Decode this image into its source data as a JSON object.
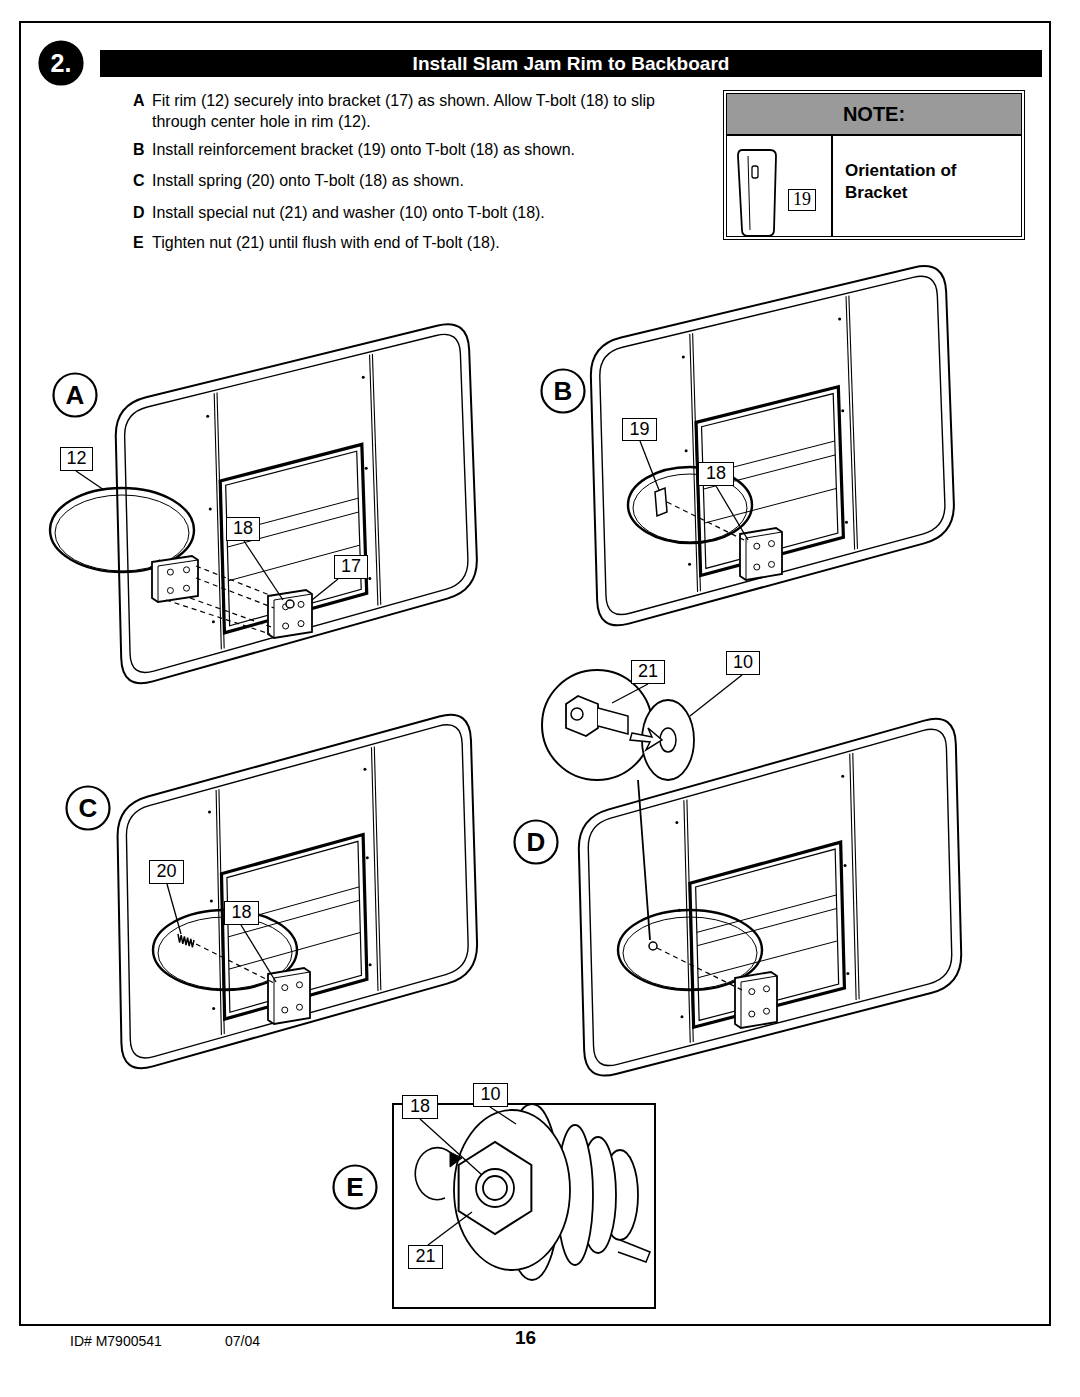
{
  "diagram": {
    "title": "Install Slam Jam Rim to Backboard",
    "nodes": [
      {
        "text": [
          "2."
        ]
      },
      {
        "text": [
          "NOTE:",
          "Orientation of Bracket"
        ]
      },
      {
        "text": [
          "19"
        ],
        "in": 1
      },
      {
        "text": [
          "A"
        ]
      },
      {
        "text": [
          "12"
        ]
      },
      {
        "text": [
          "B"
        ]
      },
      {
        "text": [
          "19"
        ]
      },
      {
        "text": [
          "18"
        ]
      },
      {
        "text": [
          "18"
        ]
      },
      {
        "text": [
          "17"
        ]
      },
      {
        "text": [
          "21"
        ]
      },
      {
        "text": [
          "10"
        ]
      },
      {
        "text": [
          "C"
        ]
      },
      {
        "text": [
          "D"
        ]
      },
      {
        "text": [
          "20"
        ]
      },
      {
        "text": [
          "18"
        ]
      },
      {
        "text": [
          "18"
        ]
      },
      {
        "text": [
          "10"
        ]
      },
      {
        "text": [
          "E"
        ]
      },
      {
        "text": [
          "21"
        ]
      }
    ],
    "labels": [
      "A",
      "Fit rim (12) securely into bracket (17) as shown. Allow T-bolt (18) to slip through center hole in rim (12).",
      "B",
      "Install reinforcement bracket (19) onto T-bolt (18) as shown.",
      "C",
      "Install spring (20) onto T-bolt (18) as shown.",
      "D",
      "Install special nut (21) and washer (10) onto T-bolt (18).",
      "E",
      "Tighten nut (21) until flush with end of T-bolt (18).",
      "ID# M7900541",
      "07/04",
      "16"
    ]
  }
}
